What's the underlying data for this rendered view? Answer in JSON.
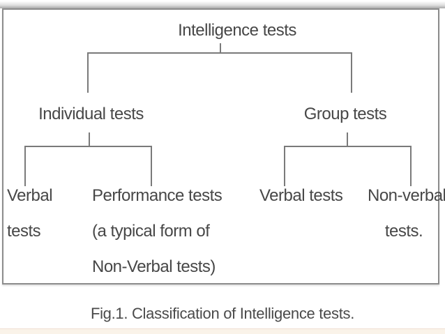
{
  "figure": {
    "root": {
      "label": "Intelligence tests"
    },
    "branches": [
      {
        "label": "Individual tests",
        "children": [
          {
            "lines": [
              "Verbal",
              "tests"
            ]
          },
          {
            "lines": [
              "Performance tests",
              "(a typical form of",
              "Non-Verbal tests)"
            ]
          }
        ]
      },
      {
        "label": "Group tests",
        "children": [
          {
            "lines": [
              "Verbal tests"
            ]
          },
          {
            "lines": [
              "Non-verbal",
              "tests."
            ]
          }
        ]
      }
    ],
    "caption": "Fig.1. Classification of Intelligence tests."
  },
  "colors": {
    "connector": "#7a7a7a",
    "box_border": "#8c8c8c",
    "text": "#474747",
    "bottom_strip": "#faf3e9",
    "top_shadow": "#a8a8a8"
  }
}
